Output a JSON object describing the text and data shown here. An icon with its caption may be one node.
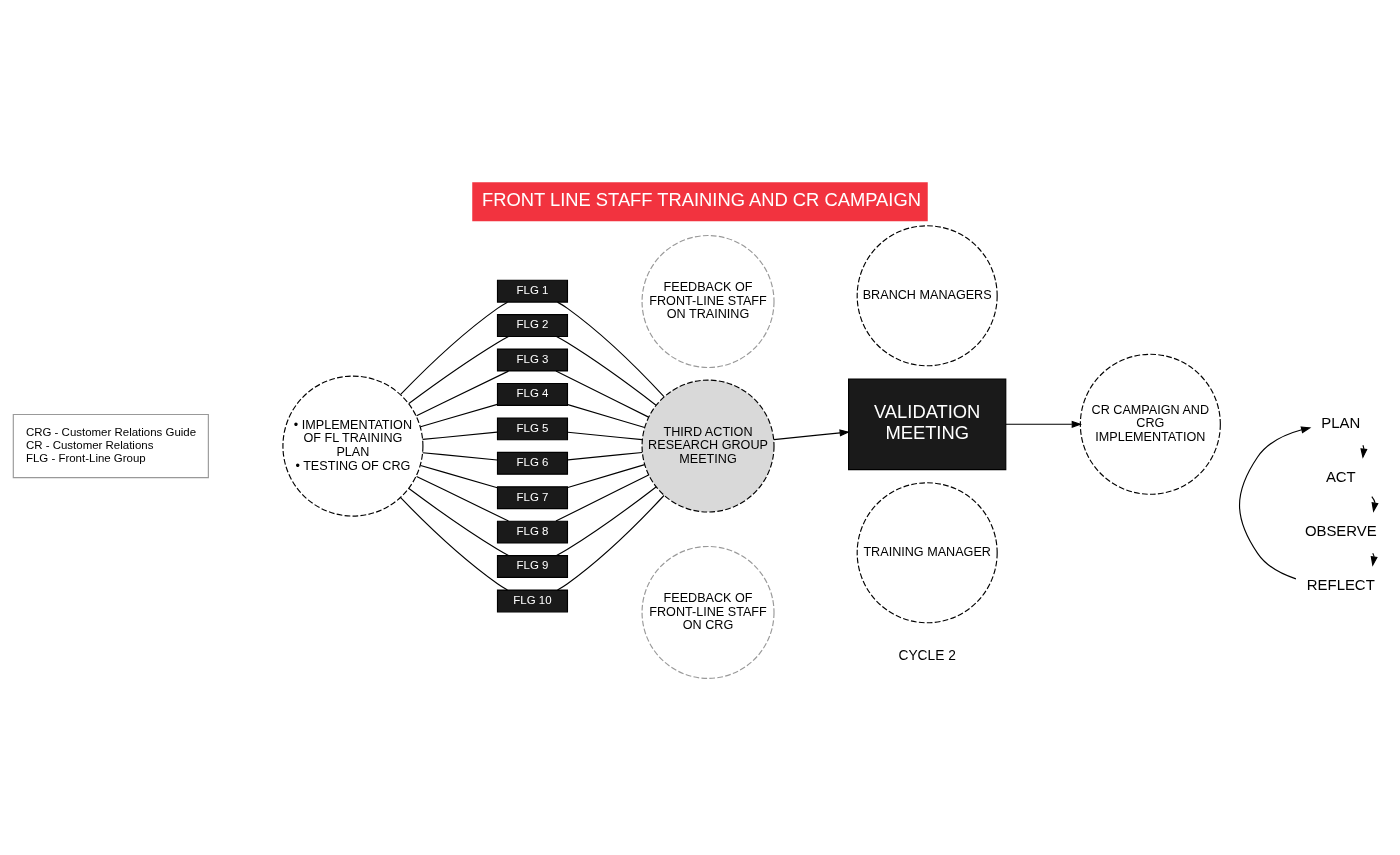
{
  "diagram": {
    "title": "FRONT LINE STAFF TRAINING AND CR CAMPAIGN",
    "nodes": [
      {
        "text": [
          "• IMPLEMENTATION OF FL TRAINING PLAN",
          "• TESTING OF CRG"
        ]
      },
      {
        "text": [
          "FLG 1"
        ]
      },
      {
        "text": [
          "FLG 2"
        ]
      },
      {
        "text": [
          "FLG 3"
        ]
      },
      {
        "text": [
          "FLG 4"
        ]
      },
      {
        "text": [
          "FLG 5"
        ]
      },
      {
        "text": [
          "FLG 6"
        ]
      },
      {
        "text": [
          "FLG 7"
        ]
      },
      {
        "text": [
          "FLG 8"
        ]
      },
      {
        "text": [
          "FLG 9"
        ]
      },
      {
        "text": [
          "FLG 10"
        ]
      },
      {
        "text": [
          "FEEDBACK OF FRONT-LINE STAFF ON TRAINING"
        ]
      },
      {
        "text": [
          "THIRD ACTION RESEARCH GROUP MEETING"
        ]
      },
      {
        "text": [
          "FEEDBACK OF FRONT-LINE STAFF ON CRG"
        ]
      },
      {
        "text": [
          "BRANCH MANAGERS"
        ]
      },
      {
        "text": [
          "VALIDATION MEETING"
        ]
      },
      {
        "text": [
          "TRAINING MANAGER"
        ]
      },
      {
        "text": [
          "CR CAMPAIGN AND CRG IMPLEMENTATION"
        ]
      },
      {
        "text": [
          "PLAN"
        ]
      },
      {
        "text": [
          "ACT"
        ]
      },
      {
        "text": [
          "OBSERVE"
        ]
      },
      {
        "text": [
          "REFLECT"
        ]
      },
      {
        "text": [
          "CRG - Customer Relations Guide",
          "CR - Customer Relations",
          "FLG - Front-Line Group"
        ]
      }
    ],
    "edges": [
      {
        "from": 0,
        "to": 1,
        "arrow": "none"
      },
      {
        "from": 0,
        "to": 2,
        "arrow": "none"
      },
      {
        "from": 0,
        "to": 3,
        "arrow": "none"
      },
      {
        "from": 0,
        "to": 4,
        "arrow": "none"
      },
      {
        "from": 0,
        "to": 5,
        "arrow": "none"
      },
      {
        "from": 0,
        "to": 6,
        "arrow": "none"
      },
      {
        "from": 0,
        "to": 7,
        "arrow": "none"
      },
      {
        "from": 0,
        "to": 8,
        "arrow": "none"
      },
      {
        "from": 0,
        "to": 9,
        "arrow": "none"
      },
      {
        "from": 0,
        "to": 10,
        "arrow": "none"
      },
      {
        "from": 1,
        "to": 12,
        "arrow": "none"
      },
      {
        "from": 2,
        "to": 12,
        "arrow": "none"
      },
      {
        "from": 3,
        "to": 12,
        "arrow": "none"
      },
      {
        "from": 4,
        "to": 12,
        "arrow": "none"
      },
      {
        "from": 5,
        "to": 12,
        "arrow": "none"
      },
      {
        "from": 6,
        "to": 12,
        "arrow": "none"
      },
      {
        "from": 7,
        "to": 12,
        "arrow": "none"
      },
      {
        "from": 8,
        "to": 12,
        "arrow": "none"
      },
      {
        "from": 9,
        "to": 12,
        "arrow": "none"
      },
      {
        "from": 10,
        "to": 12,
        "arrow": "none"
      },
      {
        "from": 12,
        "to": 15,
        "arrow": "to"
      },
      {
        "from": 15,
        "to": 17,
        "arrow": "to"
      },
      {
        "from": 18,
        "to": 19,
        "arrow": "to"
      },
      {
        "from": 19,
        "to": 20,
        "arrow": "to"
      },
      {
        "from": 20,
        "to": 21,
        "arrow": "to"
      },
      {
        "from": 21,
        "to": 18,
        "arrow": "to"
      }
    ],
    "labels": [
      "CYCLE 2"
    ]
  }
}
